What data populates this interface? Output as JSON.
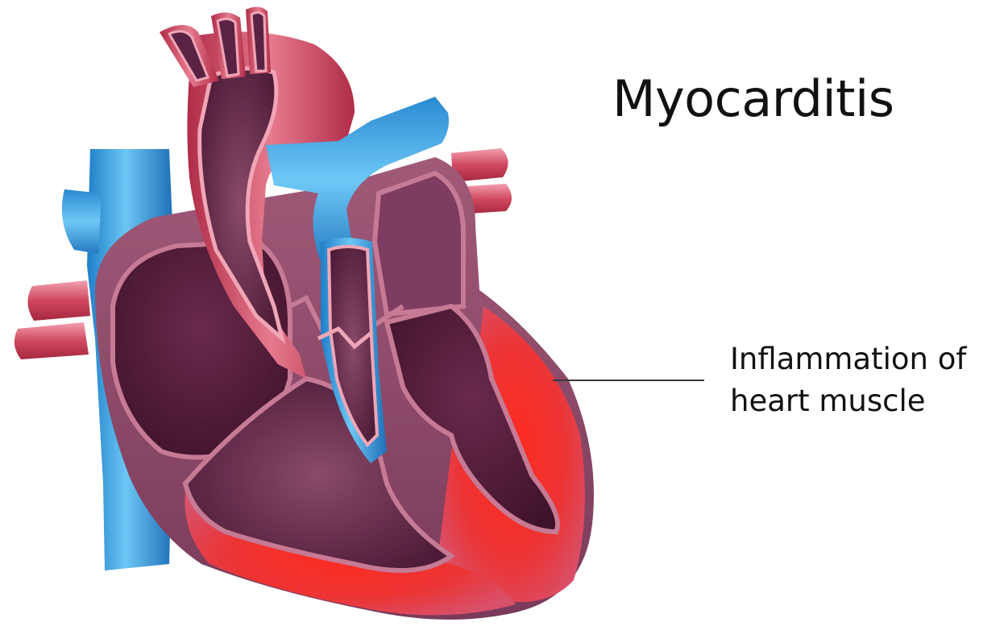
{
  "title": "Myocarditis",
  "annotation": {
    "line1": "Inflammation of",
    "line2": "heart muscle"
  },
  "colors": {
    "background": "#ffffff",
    "artery_red": "#c8324a",
    "vein_blue": "#3a9ede",
    "heart_wall": "#8a4a6a",
    "chamber_dark": "#4a1a35",
    "inflamed_muscle": "#e83030",
    "text": "#111111"
  }
}
